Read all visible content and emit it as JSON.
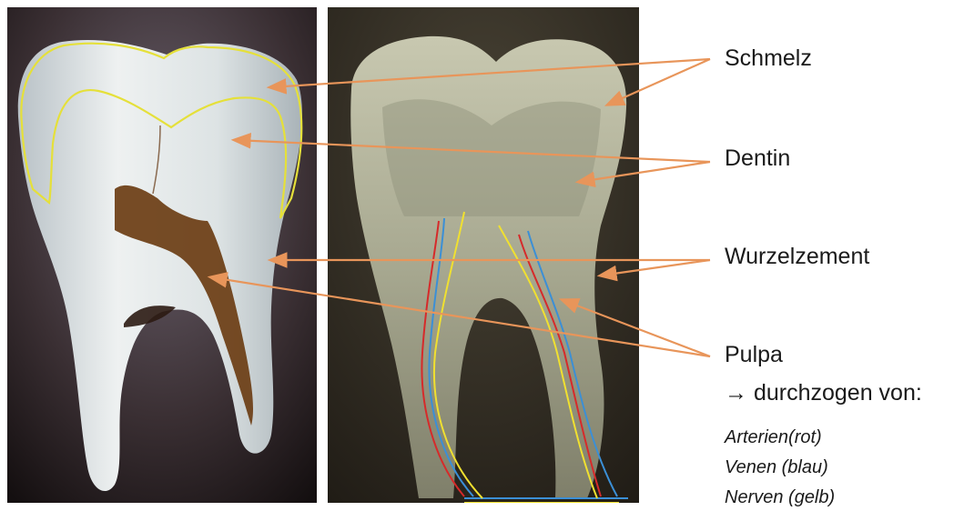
{
  "labels": {
    "schmelz": "Schmelz",
    "dentin": "Dentin",
    "wurzelzement": "Wurzelzement",
    "pulpa": "Pulpa",
    "durchzogen": "→ durchzogen von:",
    "arterien": "Arterien(rot)",
    "venen": "Venen (blau)",
    "nerven": "Nerven (gelb)"
  },
  "colors": {
    "arrow": "#e8955a",
    "enamel_outline": "#e5e03a",
    "artery": "#d62a2a",
    "vein": "#3b8fd6",
    "nerve": "#f0e030"
  }
}
